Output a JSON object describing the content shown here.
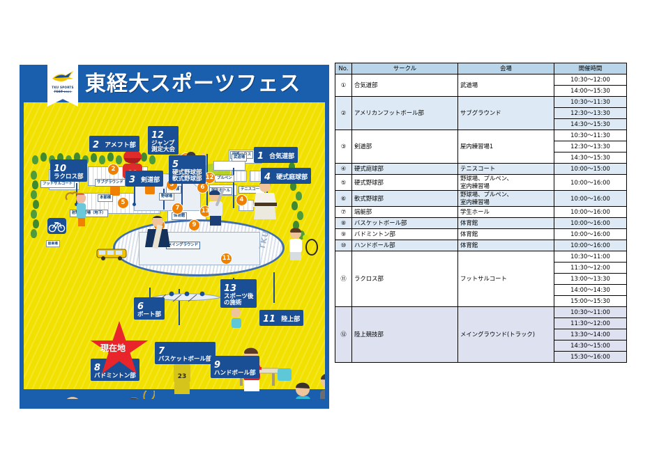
{
  "poster": {
    "title": "東経大スポーツフェス",
    "logo": {
      "line1": "TKU SPORTS FEST",
      "line2": "2023"
    },
    "here_marker": "現在地",
    "callouts": [
      {
        "num": "10",
        "name": "ラクロス部"
      },
      {
        "num": "2",
        "name": "アメフト部"
      },
      {
        "num": "12",
        "name_line1": "ジャンプ",
        "name_line2": "測定大会"
      },
      {
        "num": "3",
        "name": "剣道部"
      },
      {
        "num": "5",
        "name_line1": "硬式野球部",
        "name_line2": "軟式野球部"
      },
      {
        "num": "1",
        "name": "合気道部"
      },
      {
        "num": "4",
        "name": "硬式庭球部"
      },
      {
        "num": "6",
        "name": "ボート部"
      },
      {
        "num": "13",
        "name_line1": "スポーツ後",
        "name_line2": "の施術"
      },
      {
        "num": "7",
        "name": "バスケットボール部"
      },
      {
        "num": "9",
        "name": "ハンドボール部"
      },
      {
        "num": "11",
        "name": "陸上部"
      },
      {
        "num": "8",
        "name": "バドミントン部"
      }
    ],
    "facilities": [
      {
        "label": "フットサルコート"
      },
      {
        "label": "サブグラウンド"
      },
      {
        "label": "屋内練習場"
      },
      {
        "label": "プルペン"
      },
      {
        "label": "本部棟"
      },
      {
        "label": "射撃練習場（地下）"
      },
      {
        "label": "体育棟"
      },
      {
        "label": "学生ホール"
      },
      {
        "label": "体育館"
      },
      {
        "label": "研修ハウス"
      },
      {
        "label": "野球場"
      },
      {
        "label": "弓道場"
      },
      {
        "label": "武道場"
      },
      {
        "label": "テニスコート"
      },
      {
        "label": "メイングラウンド"
      }
    ],
    "map_markers": [
      "10",
      "2",
      "3",
      "12",
      "6",
      "5",
      "1",
      "4",
      "7",
      "13",
      "8",
      "9",
      "11"
    ],
    "track_mark": "TKU",
    "parking_label": "駐車場",
    "colors": {
      "blue": "#1a5fae",
      "callout_blue": "#1a4f96",
      "yellow": "#f2e100",
      "marker_orange": "#f08000",
      "star_red": "#e8252b"
    }
  },
  "table": {
    "headers": [
      "No.",
      "サークル",
      "会場",
      "開催時間"
    ],
    "rows": [
      {
        "no": "①",
        "club": "合気道部",
        "venue": "武道場",
        "times": [
          "10:30〜12:00",
          "14:00〜15:30"
        ],
        "shade": "none"
      },
      {
        "no": "②",
        "club": "アメリカンフットボール部",
        "venue": "サブグラウンド",
        "times": [
          "10:30〜11:30",
          "12:30〜13:30",
          "14:30〜15:30"
        ],
        "shade": "alt"
      },
      {
        "no": "③",
        "club": "剣道部",
        "venue": "屋内練習場1",
        "times": [
          "10:30〜11:30",
          "12:30〜13:30",
          "14:30〜15:30"
        ],
        "shade": "none"
      },
      {
        "no": "④",
        "club": "硬式庭球部",
        "venue": "テニスコート",
        "times": [
          "10:00〜15:00"
        ],
        "shade": "alt"
      },
      {
        "no": "⑤",
        "club": "硬式野球部",
        "venue": "野球場、プルペン、\n室内練習場",
        "times": [
          "10:00〜16:00"
        ],
        "shade": "none"
      },
      {
        "no": "⑥",
        "club": "軟式野球部",
        "venue": "野球場、プルペン、\n室内練習場",
        "times": [
          "10:00〜16:00"
        ],
        "shade": "alt"
      },
      {
        "no": "⑦",
        "club": "端艇部",
        "venue": "学生ホール",
        "times": [
          "10:00〜16:00"
        ],
        "shade": "none"
      },
      {
        "no": "⑧",
        "club": "バスケットボール部",
        "venue": "体育館",
        "times": [
          "10:00〜16:00"
        ],
        "shade": "alt"
      },
      {
        "no": "⑨",
        "club": "バドミントン部",
        "venue": "体育館",
        "times": [
          "10:00〜16:00"
        ],
        "shade": "none"
      },
      {
        "no": "⑩",
        "club": "ハンドボール部",
        "venue": "体育館",
        "times": [
          "10:00〜16:00"
        ],
        "shade": "alt"
      },
      {
        "no": "⑪",
        "club": "ラクロス部",
        "venue": "フットサルコート",
        "times": [
          "10:30〜11:00",
          "11:30〜12:00",
          "13:00〜13:30",
          "14:00〜14:30",
          "15:00〜15:30"
        ],
        "shade": "none"
      },
      {
        "no": "⑫",
        "club": "陸上競技部",
        "venue": "メイングラウンド(トラック)",
        "times": [
          "10:30〜11:00",
          "11:30〜12:00",
          "13:30〜14:00",
          "14:30〜15:00",
          "15:30〜16:00"
        ],
        "shade": "alt2"
      }
    ]
  }
}
